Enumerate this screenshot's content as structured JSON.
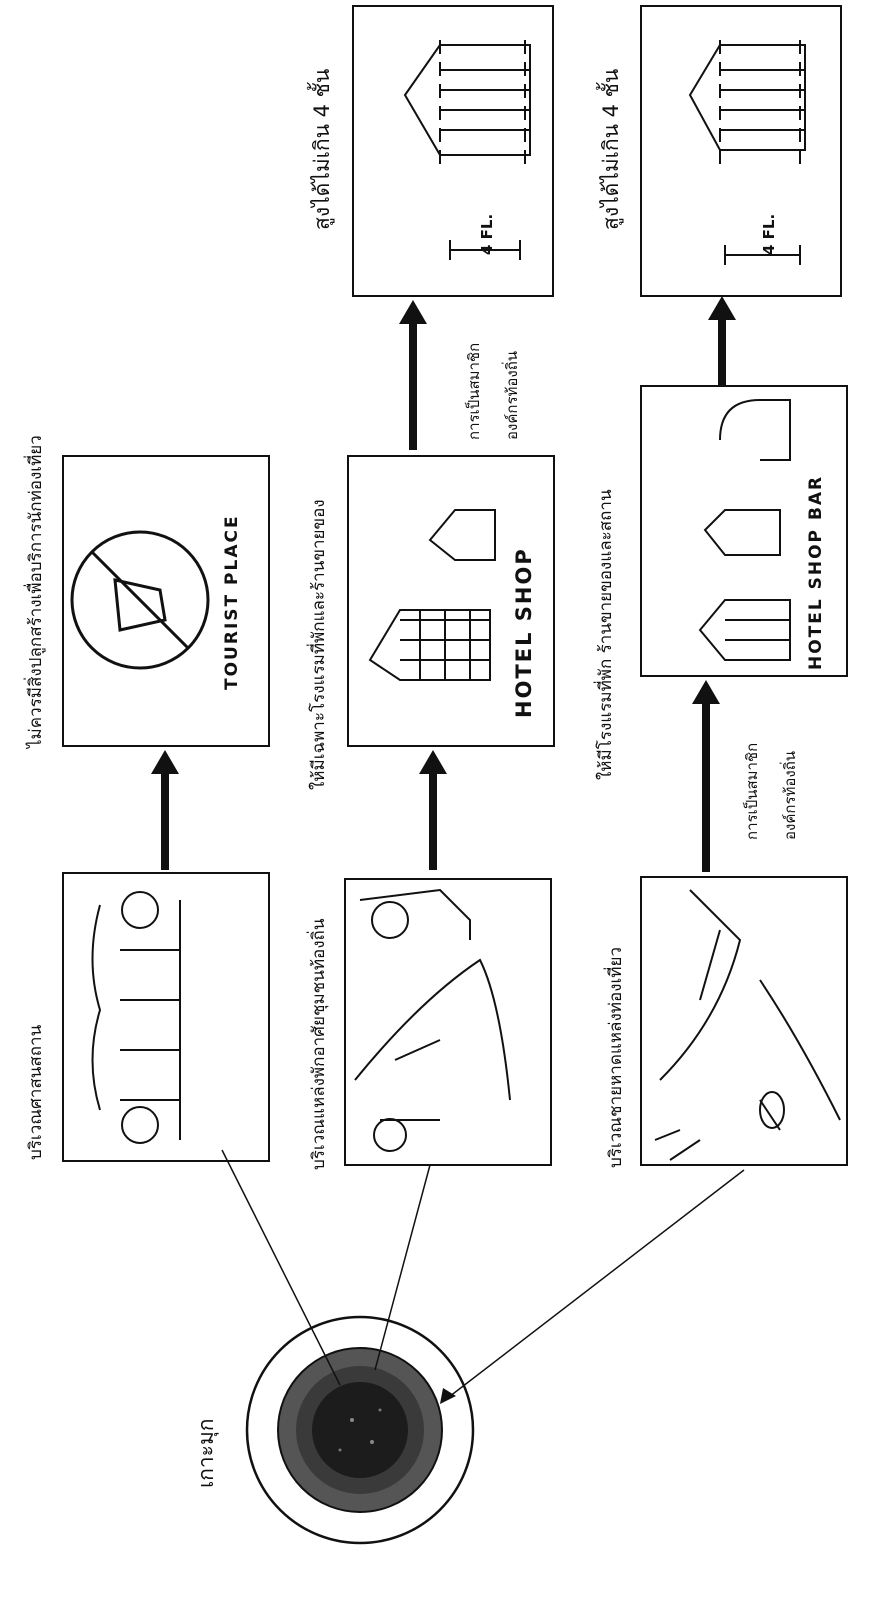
{
  "island": {
    "label": "เกาะมุก"
  },
  "rows": [
    {
      "zone_label": "บริเวณศาสนสถาน",
      "result_label": "ไม่ควรมีสิ่งปลูกสร้างเพื่อบริการนักท่องเที่ยว",
      "sign_text": "TOURIST  PLACE"
    },
    {
      "zone_label": "บริเวณแหล่งพักอาศัยชุมชนท้องถิ่น",
      "result_label": "ให้มีเฉพาะโรงแรมที่พักและร้านขายของ",
      "building_text": "HOTEL    SHOP",
      "condition_line1": "การเป็นสมาชิก",
      "condition_line2": "องค์กรท้องถิ่น",
      "height_label": "สูงได้ไม่เกิน 4 ชั้น",
      "floor_text": "4 FL."
    },
    {
      "zone_label": "บริเวณชายหาดแหล่งท่องเที่ยว",
      "result_label": "ให้มีโรงแรมที่พัก ร้านขายของและสถาน",
      "building_text": "HOTEL   SHOP   BAR",
      "condition_line1": "การเป็นสมาชิก",
      "condition_line2": "องค์กรท้องถิ่น",
      "height_label": "สูงได้ไม่เกิน 4 ชั้น",
      "floor_text": "4 FL."
    }
  ]
}
